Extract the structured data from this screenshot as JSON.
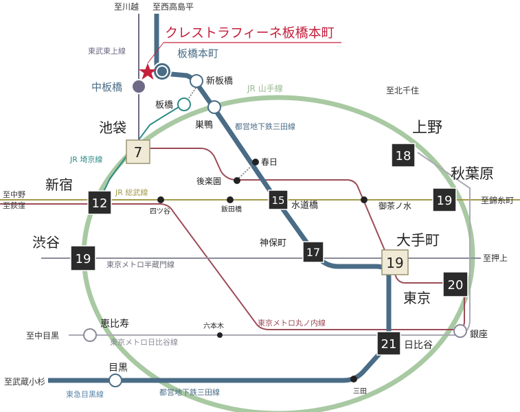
{
  "property": {
    "name": "クレストラフィーネ板橋本町"
  },
  "colors": {
    "yamanote": "#9ec29a",
    "mita": "#4a6c86",
    "marunouchi": "#9b4b56",
    "tobu_tojo": "#7a7690",
    "saikyo": "#2f8a86",
    "sobu": "#a39a4a",
    "hanzomon": "#7d7d8c",
    "hibiya": "#a9a9b3",
    "toyoko": "#5a86a8",
    "star": "#c4203c"
  },
  "directions": {
    "kawagoe": "至川越",
    "nishitakashimadaira": "至西高島平",
    "kitasenju": "至北千住",
    "nakano": "至中野",
    "ogikubo": "至荻窪",
    "kinshicho": "至錦糸町",
    "oshiage": "至押上",
    "nakameguro": "至中目黒",
    "musashikosugi": "至武蔵小杉"
  },
  "lines": {
    "tobu_tojo": "東武東上線",
    "yamanote": "JR 山手線",
    "mita_upper": "都営地下鉄三田線",
    "saikyo": "JR 埼京線",
    "sobu": "JR 総武線",
    "hanzomon": "東京メトロ半蔵門線",
    "marunouchi": "東京メトロ丸ノ内線",
    "hibiya": "東京メトロ日比谷線",
    "toyoko": "東急目黒線",
    "mita_lower": "都営地下鉄三田線"
  },
  "stations": {
    "itabashihoncho": "板橋本町",
    "nakaitabashi": "中板橋",
    "shinitabashi": "新板橋",
    "itabashi": "板橋",
    "sugamo": "巣鴨",
    "ikebukuro": "池袋",
    "kasuga": "春日",
    "korakuen": "後楽園",
    "shinjuku": "新宿",
    "yotsuya": "四ツ谷",
    "iidabashi": "飯田橋",
    "suidobashi": "水道橋",
    "ochanomizu": "御茶ノ水",
    "ueno": "上野",
    "akihabara": "秋葉原",
    "jimbocho": "神保町",
    "otemachi": "大手町",
    "shibuya": "渋谷",
    "tokyo": "東京",
    "ebisu": "恵比寿",
    "roppongi": "六本木",
    "ginza": "銀座",
    "hibiya": "日比谷",
    "meguro": "目黒",
    "mita": "三田"
  },
  "minutes": {
    "ikebukuro": "7",
    "shinjuku": "12",
    "suidobashi": "15",
    "ueno": "18",
    "akihabara": "19",
    "jimbocho": "17",
    "otemachi": "19",
    "shibuya": "19",
    "tokyo": "20",
    "hibiya": "21"
  }
}
